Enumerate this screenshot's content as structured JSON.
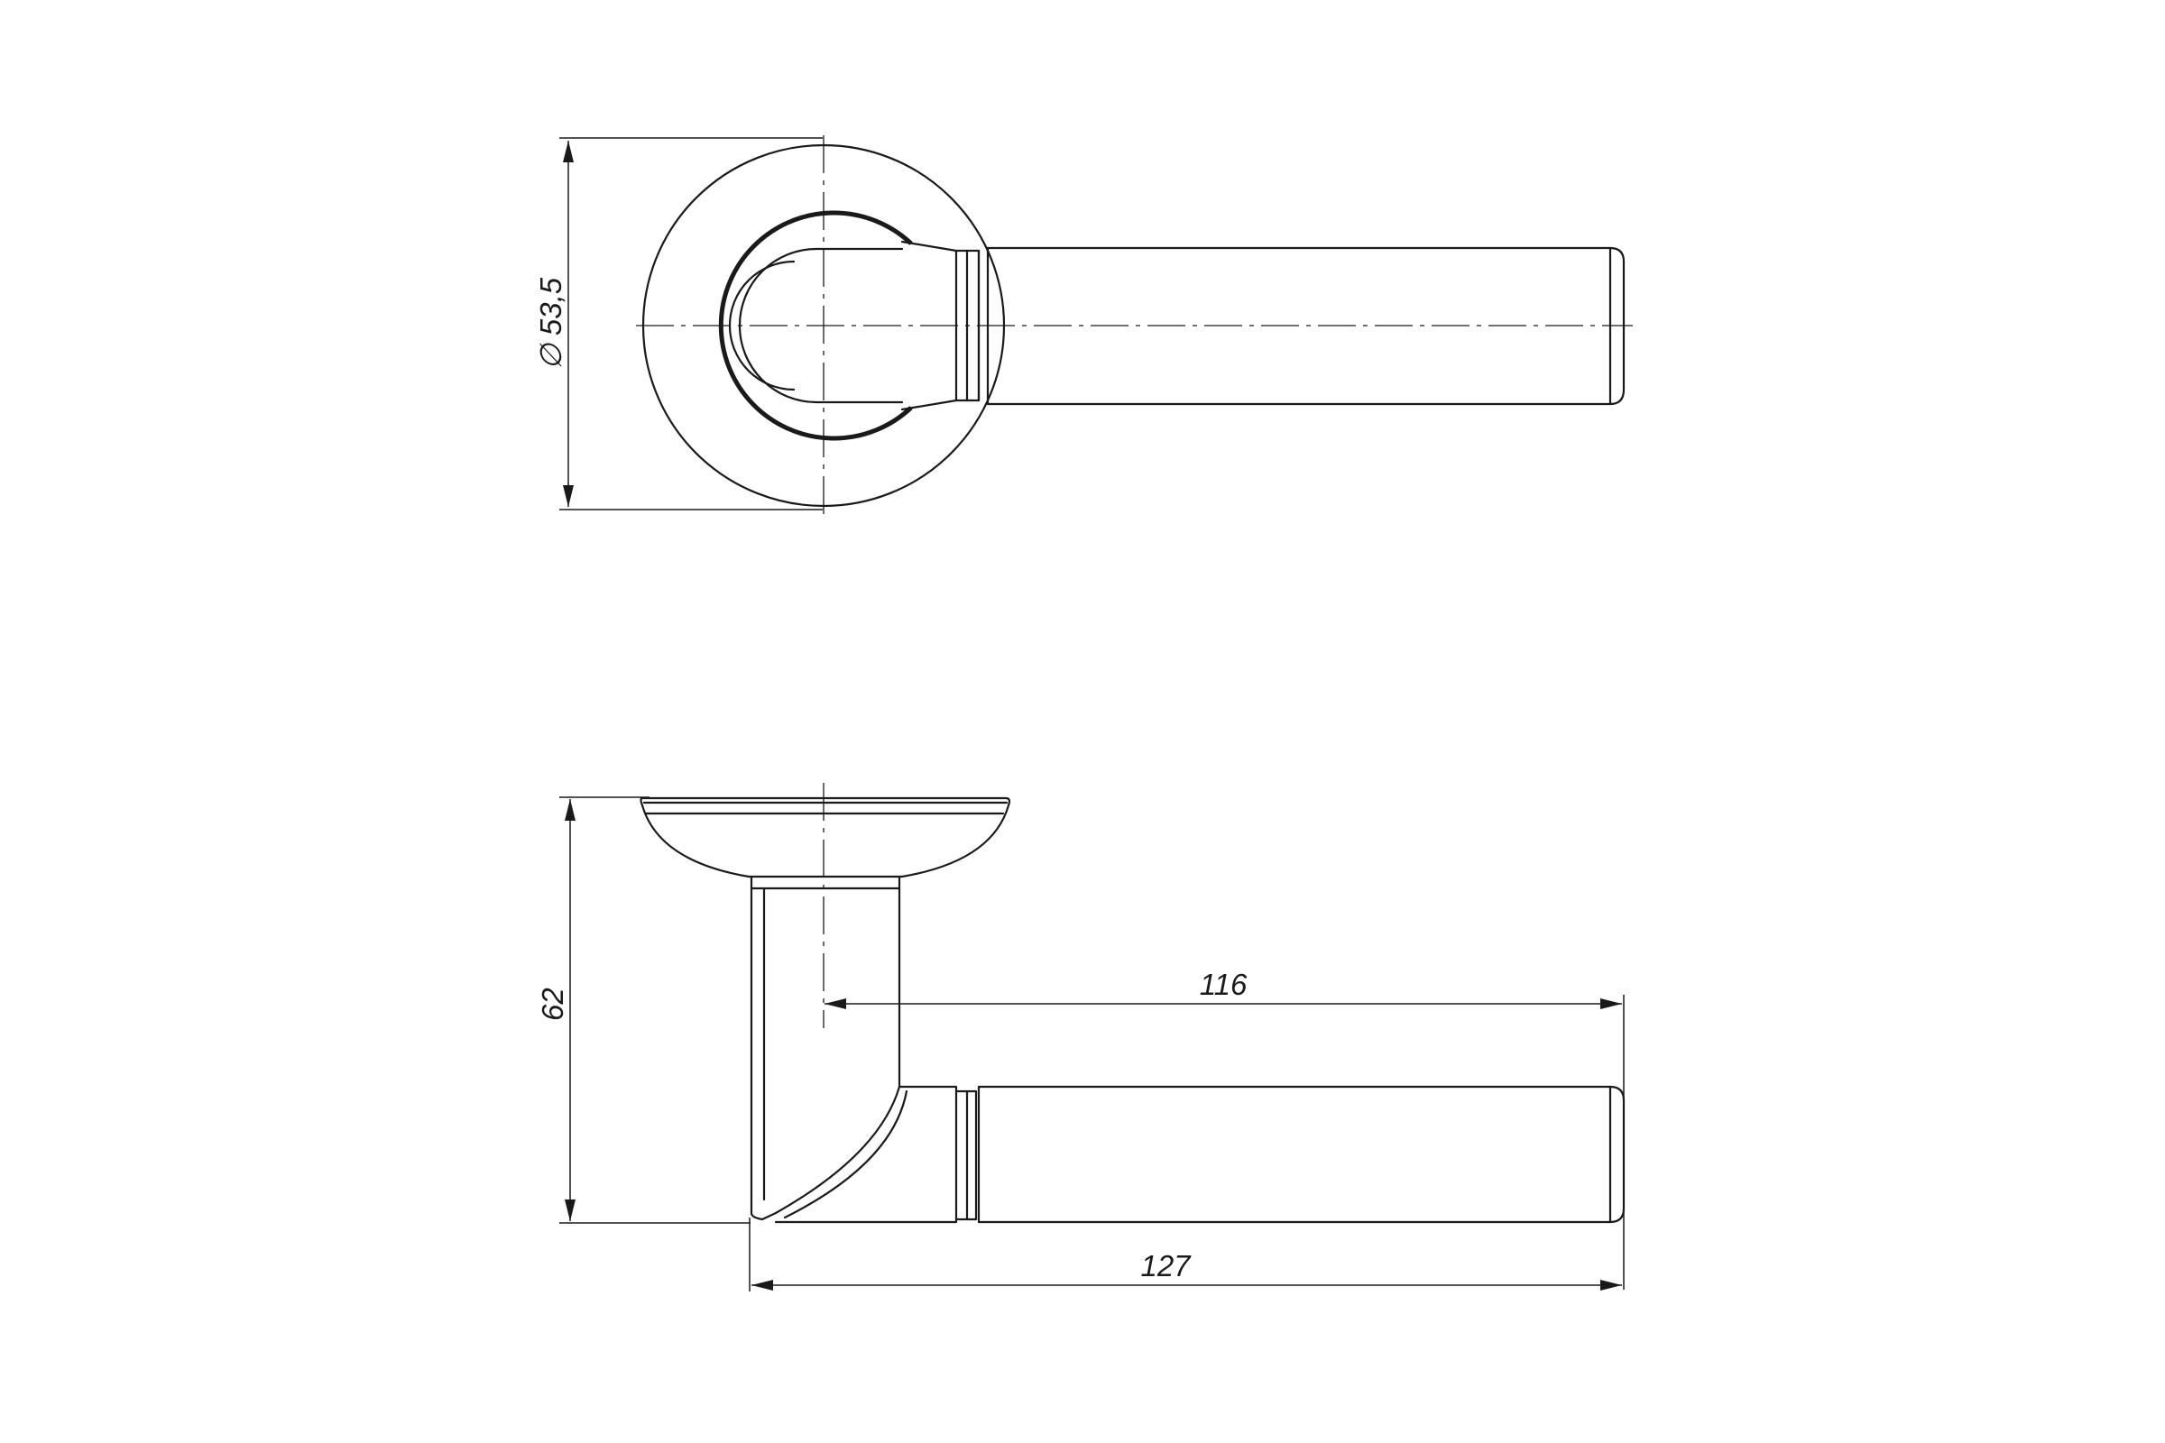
{
  "dimensions": {
    "rose_diameter": "∅ 53,5",
    "overall_height": "62",
    "lever_length": "116",
    "overall_length": "127"
  }
}
